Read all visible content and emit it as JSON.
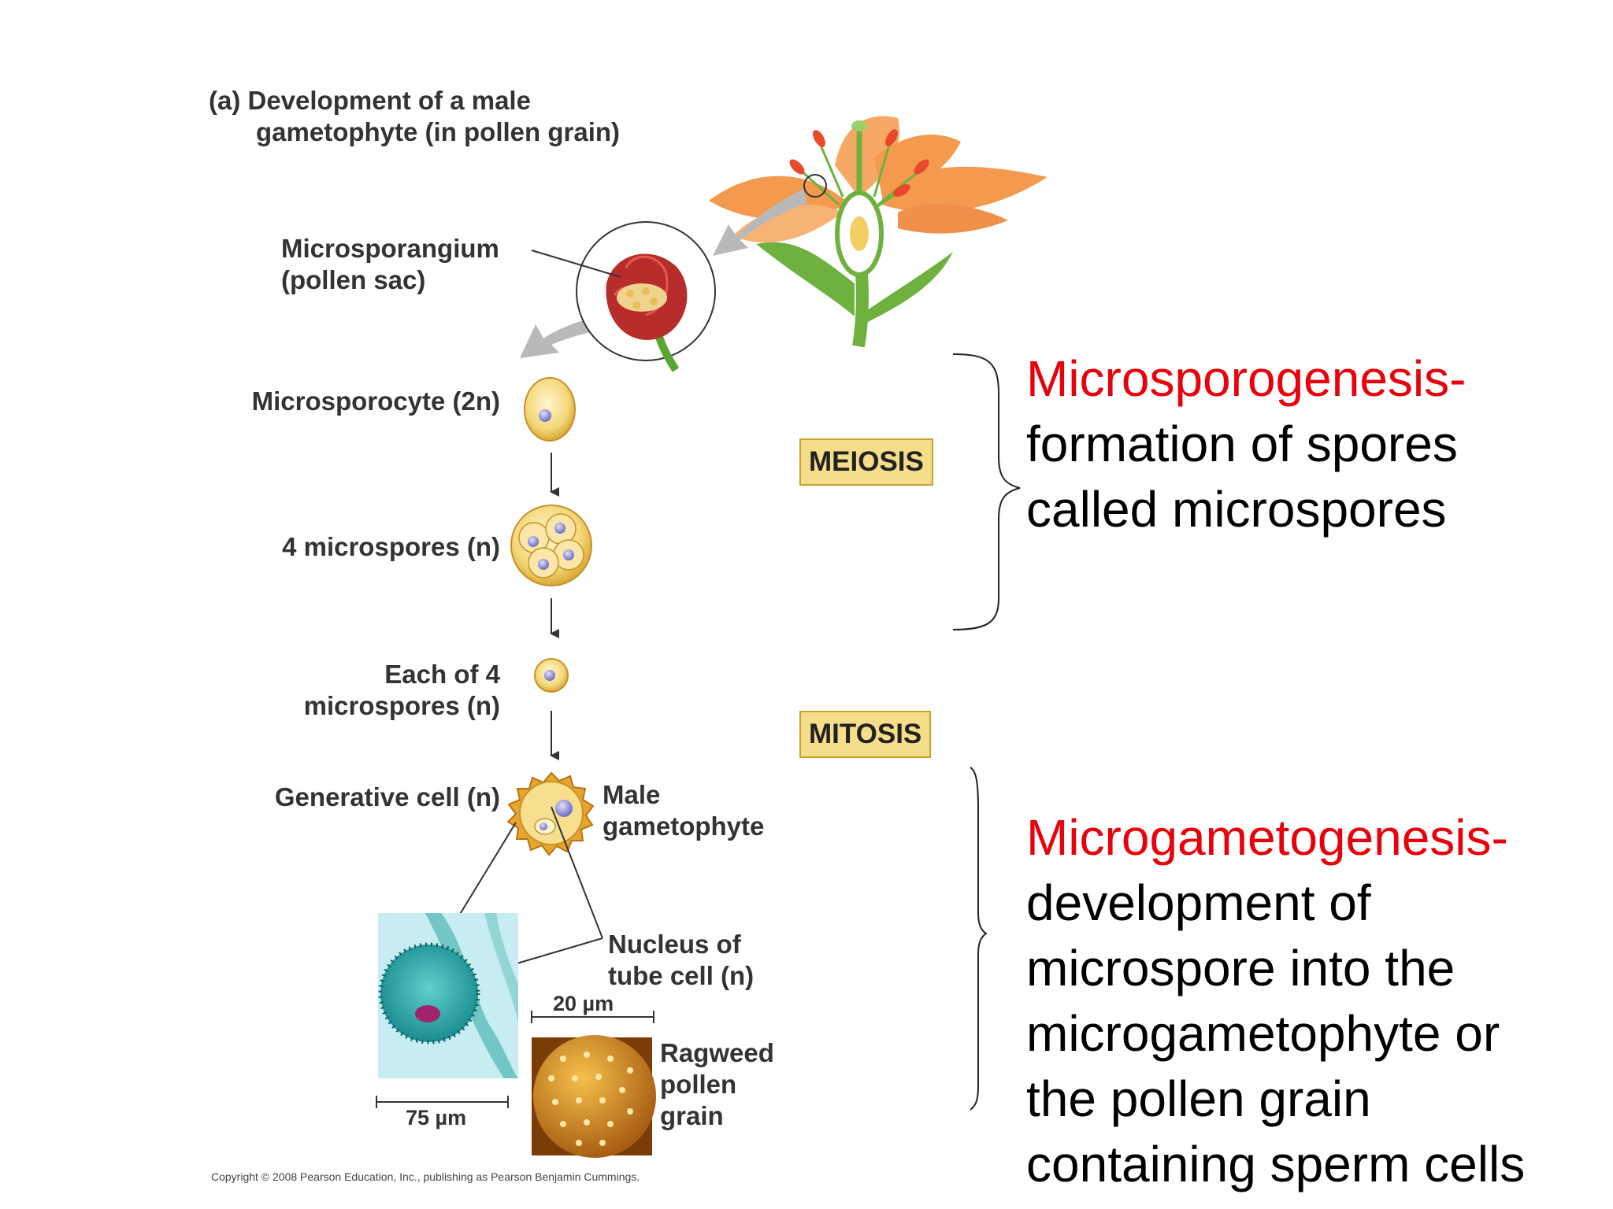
{
  "figure": {
    "title_line1": "(a) Development of a male",
    "title_line2": "gametophyte (in pollen grain)",
    "microsporangium_line1": "Microsporangium",
    "microsporangium_line2": "(pollen sac)",
    "microsporocyte_label": "Microsporocyte (2n)",
    "four_microspores_label": "4 microspores (n)",
    "each_line1": "Each of 4",
    "each_line2": "microspores (n)",
    "generative_label": "Generative cell (n)",
    "male_line1": "Male",
    "male_line2": "gametophyte",
    "nucleus_line1": "Nucleus of",
    "nucleus_line2": "tube cell (n)",
    "scale_20": "20 µm",
    "scale_75": "75 µm",
    "ragweed_line1": "Ragweed",
    "ragweed_line2": "pollen",
    "ragweed_line3": "grain",
    "meiosis_badge": "MEIOSIS",
    "mitosis_badge": "MITOSIS",
    "copyright": "Copyright © 2008 Pearson Education, Inc., publishing as Pearson Benjamin Cummings."
  },
  "explanations": {
    "micro_spore_term": "Microsporogenesis-",
    "micro_spore_line1": "formation of spores",
    "micro_spore_line2": "called microspores",
    "micro_gameto_term": "Microgametogenesis-",
    "micro_gameto_line1": "development of",
    "micro_gameto_line2": "microspore into the",
    "micro_gameto_line3": "microgametophyte or",
    "micro_gameto_line4": "the pollen grain",
    "micro_gameto_line5": "containing sperm cells"
  },
  "colors": {
    "term_red": "#e8000b",
    "badge_fill": "#f6dd8a",
    "cell_yellow": "#f4d77a",
    "petal_orange": "#f39a4e",
    "nucleus_purple": "#8f8fd0"
  }
}
